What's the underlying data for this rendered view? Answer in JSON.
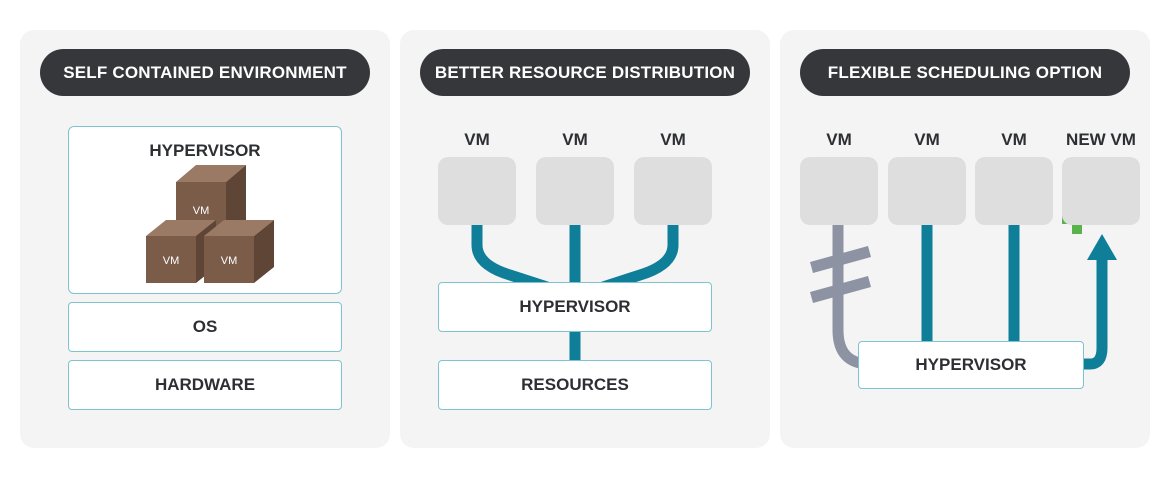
{
  "panels": {
    "self_contained": {
      "title": "SELF CONTAINED ENVIRONMENT",
      "hypervisor": "HYPERVISOR",
      "cubes": [
        "VM",
        "VM",
        "VM"
      ],
      "os": "OS",
      "hardware": "HARDWARE"
    },
    "resource_distribution": {
      "title": "BETTER RESOURCE DISTRIBUTION",
      "vms": [
        "VM",
        "VM",
        "VM"
      ],
      "hypervisor": "HYPERVISOR",
      "resources": "RESOURCES"
    },
    "flexible_scheduling": {
      "title": "FLEXIBLE SCHEDULING OPTION",
      "vms": [
        "VM",
        "VM",
        "VM",
        "NEW VM"
      ],
      "hypervisor": "HYPERVISOR"
    }
  },
  "colors": {
    "panel_bg": "#f4f4f4",
    "pill_bg": "#35373b",
    "box_border": "#7dc4cf",
    "connector_teal": "#0f7e99",
    "connector_gray": "#8d93a3",
    "vm_box": "#dedede",
    "cube_brown": "#7a5c49",
    "plus_green": "#59b34a"
  }
}
